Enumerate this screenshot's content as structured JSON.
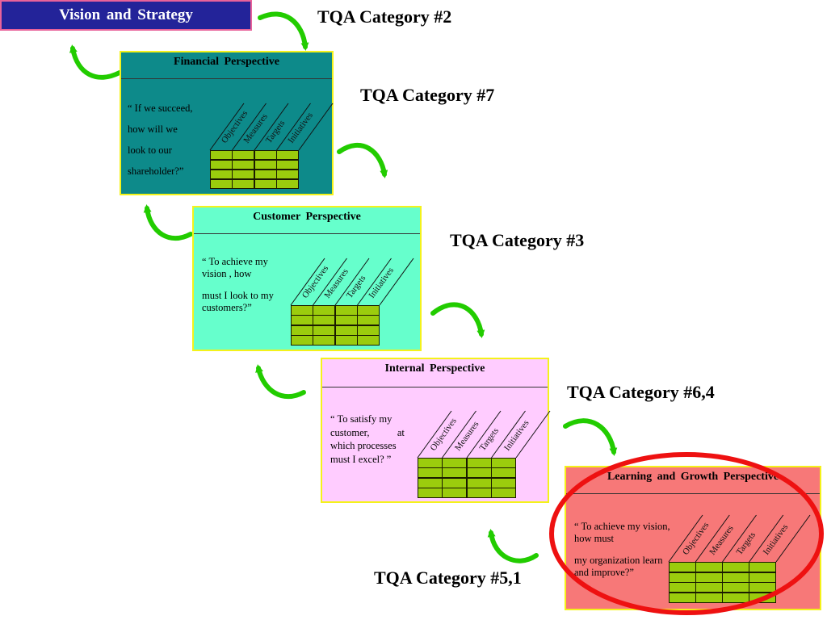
{
  "vision": {
    "label": "Vision  and  Strategy"
  },
  "colors": {
    "vision_bg": "#232399",
    "financial_bg": "#0d8a8a",
    "customer_bg": "#66ffcc",
    "internal_bg": "#ffccff",
    "learning_bg": "#f77878",
    "panel_border": "#f4f21a",
    "grid_cell": "#9bcc0d",
    "arrow": "#22cc00",
    "highlight_ring": "#ee1111"
  },
  "panels": {
    "financial": {
      "title": "Financial  Perspective",
      "quote": [
        "“ If  we succeed,",
        "how will we",
        "look to our",
        "shareholder?”"
      ]
    },
    "customer": {
      "title": "Customer  Perspective",
      "quote": [
        "“ To achieve my",
        "vision , how",
        "must  I look to my",
        "customers?”"
      ]
    },
    "internal": {
      "title": "Internal   Perspective",
      "quote": [
        "“  To  satisfy  my",
        "customer,           at",
        "which  processes",
        "must I excel? ”"
      ]
    },
    "learning": {
      "title": "Learning and Growth Perspective",
      "quote": [
        "“ To achieve my  vision,",
        "how  must",
        "my organization learn",
        "and improve?”"
      ]
    }
  },
  "columns": [
    "Objectives",
    "Measures",
    "Targets",
    "Initiatives"
  ],
  "categories": {
    "financial": "TQA Category #2",
    "customer": "TQA Category #7",
    "internal": "TQA Category #3",
    "learning": "TQA Category #6,4",
    "vision": "TQA Category #5,1"
  }
}
